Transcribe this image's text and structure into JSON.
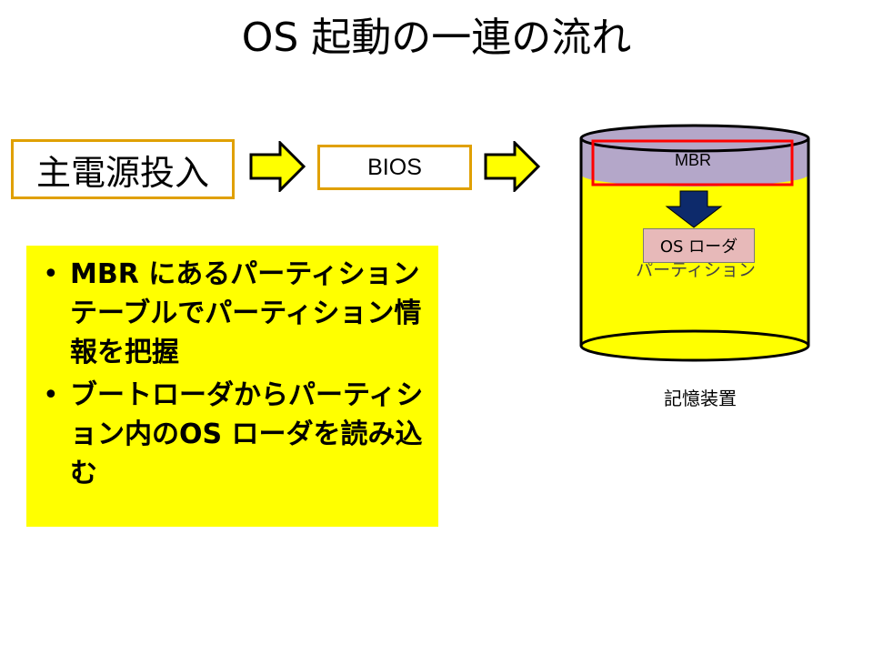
{
  "title": "OS 起動の一連の流れ",
  "flow": {
    "step1": "主電源投入",
    "step2": "BIOS"
  },
  "bullets": [
    "MBR にあるパーティションテーブルでパーティション情報を把握",
    "ブートローダからパーティション内のOS ローダを読み込む"
  ],
  "storage": {
    "mbr_label": "MBR",
    "partition_label": "パーティション",
    "os_loader_label": "OS ローダ",
    "device_label": "記憶装置"
  },
  "colors": {
    "box_border": "#e0a000",
    "flow_arrow_fill": "#ffff00",
    "bullet_panel": "#ffff00",
    "cylinder_body": "#ffff00",
    "cylinder_top": "#b4a7c9",
    "mbr_highlight": "#ff0000",
    "down_arrow": "#0d2a6b",
    "os_loader_fill": "#e7b9b9"
  },
  "icons": [
    "right-arrow-icon",
    "down-arrow-icon",
    "storage-cylinder-icon"
  ]
}
